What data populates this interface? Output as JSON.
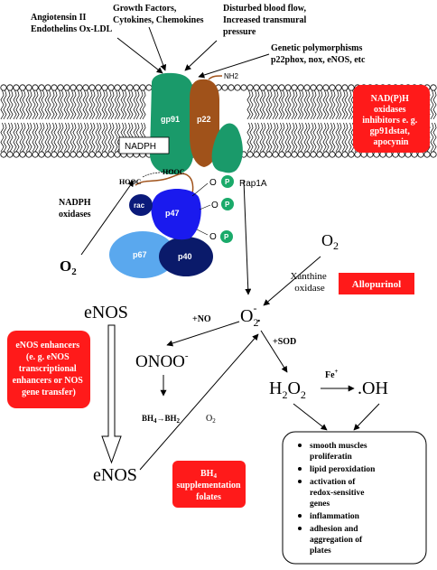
{
  "top_labels": {
    "angiotensin": [
      "Angiotensin II",
      "Endothelins Ox-LDL"
    ],
    "growth": [
      "Growth Factors,",
      "Cytokines, Chemokines"
    ],
    "flow": [
      "Disturbed blood flow,",
      "Increased transmural",
      "pressure"
    ],
    "genetic": [
      "Genetic polymorphisms",
      "p22phox, nox, eNOS, etc"
    ]
  },
  "complex": {
    "gp91": "gp91",
    "p22": "p22",
    "nh2": "NH2",
    "nadph": "NADPH",
    "hooc_1": "HOOC",
    "hooc_2": "HOOC",
    "rap1a": "Rap1A",
    "rac": "rac",
    "p47": "p47",
    "p67": "p67",
    "p40": "p40",
    "o_1": "O",
    "o_2": "O",
    "o_3": "O",
    "p_1": "P",
    "p_2": "P",
    "p_3": "P",
    "nadph_oxidases": [
      "NADPH",
      "oxidases"
    ],
    "o2_left": "O",
    "o2_left_sub": "2"
  },
  "boxes": {
    "nadph_inhibitors": [
      "NAD(P)H",
      "oxidases",
      "inhibitors e. g.",
      "gp91dstat,",
      "apocynin"
    ],
    "allopurinol": "Allopurinol",
    "enos_enhancers": [
      "eNOS enhancers",
      "(e. g. eNOS",
      "transcriptional",
      "enhancers or NOS",
      "gene transfer)"
    ],
    "bh4_sup_1": "BH",
    "bh4_sup_sub": "4",
    "bh4_sup_2": "supplementation",
    "bh4_sup_3": "folates"
  },
  "species": {
    "o2_right": "O",
    "o2_right_sub": "2",
    "xanthine": [
      "Xanthine",
      "oxidase"
    ],
    "enos_top": "eNOS",
    "enos_bottom": "eNOS",
    "superoxide": "O",
    "superoxide_sub": "2",
    "superoxide_sup": "-",
    "superoxide_dot": ".",
    "plus_no": "+NO",
    "plus_sod": "+SOD",
    "peroxynitrite": "ONOO",
    "peroxynitrite_sup": "-",
    "bh4_conv_1": "BH",
    "bh4_conv_sub1": "4",
    "bh4_conv_arrow": "→BH",
    "bh4_conv_sub2": "2",
    "o2_small": "O",
    "o2_small_sub": "2",
    "h2o2_h": "H",
    "h2o2_sub1": "2",
    "h2o2_o": "O",
    "h2o2_sub2": "2",
    "fe": "Fe",
    "fe_sup": "+",
    "oh": ".OH"
  },
  "effects": [
    [
      "smooth muscles",
      "proliferatin"
    ],
    [
      "lipid peroxidation"
    ],
    [
      "activation of",
      "redox-sensitive",
      "genes"
    ],
    [
      "inflammation"
    ],
    [
      "adhesion and",
      "aggregation of",
      "plates"
    ]
  ],
  "colors": {
    "red_box": "#ff1a1a",
    "gp91": "#1a9a6a",
    "p22": "#a0521a",
    "rap1a": "#1a9a6a",
    "rac": "#0a1a7a",
    "p47": "#1a1aee",
    "p67": "#5aa8ee",
    "p40": "#0a1a6a",
    "phospho": "#1aaa6a"
  }
}
